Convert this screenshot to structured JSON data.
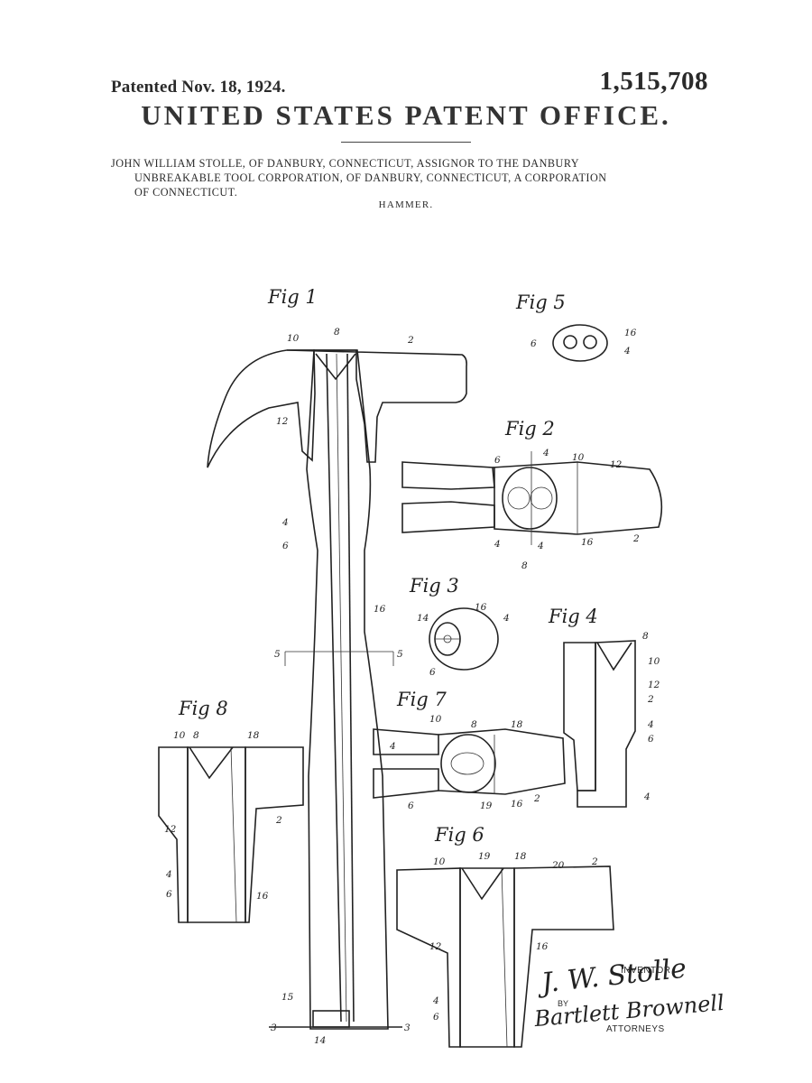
{
  "header": {
    "patented": "Patented Nov. 18, 1924.",
    "number": "1,515,708",
    "office": "UNITED STATES PATENT OFFICE."
  },
  "inventor": {
    "line1": "John William Stolle, of Danbury, Connecticut, assignor to the Danbury",
    "line2": "Unbreakable Tool Corporation, of Danbury, Connecticut, a corporation",
    "line3": "of Connecticut."
  },
  "title": "HAMMER.",
  "figures": {
    "fig1": "Fig 1",
    "fig2": "Fig 2",
    "fig3": "Fig 3",
    "fig4": "Fig 4",
    "fig5": "Fig 5",
    "fig6": "Fig 6",
    "fig7": "Fig 7",
    "fig8": "Fig 8"
  },
  "signatures": {
    "inventor_label": "INVENTOR",
    "inventor": "J. W. Stolle",
    "by": "BY",
    "attorney": "Bartlett Brownell",
    "attorneys_label": "ATTORNEYS"
  }
}
